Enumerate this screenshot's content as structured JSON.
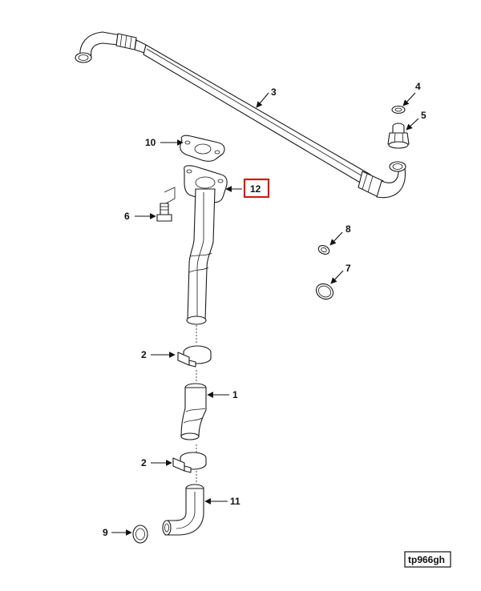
{
  "diagram": {
    "callouts": [
      {
        "id": "1",
        "label": "1"
      },
      {
        "id": "2a",
        "label": "2"
      },
      {
        "id": "2b",
        "label": "2"
      },
      {
        "id": "3",
        "label": "3"
      },
      {
        "id": "4",
        "label": "4"
      },
      {
        "id": "5",
        "label": "5"
      },
      {
        "id": "6",
        "label": "6"
      },
      {
        "id": "7",
        "label": "7"
      },
      {
        "id": "8",
        "label": "8"
      },
      {
        "id": "9",
        "label": "9"
      },
      {
        "id": "10",
        "label": "10"
      },
      {
        "id": "11",
        "label": "11"
      },
      {
        "id": "12",
        "label": "12"
      }
    ],
    "highlighted_callout": "12",
    "highlight_color": "#d31a1a",
    "figure_code": "tp966gh"
  }
}
